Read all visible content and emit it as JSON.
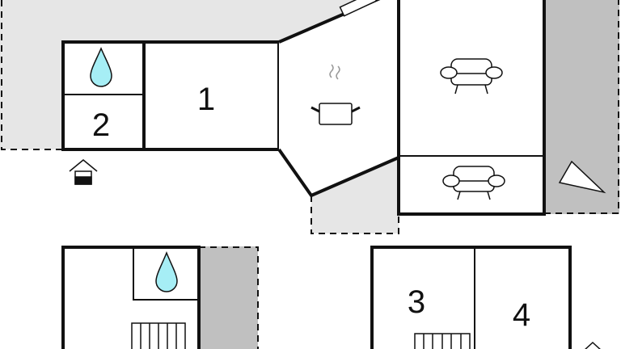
{
  "rooms": {
    "r1": "1",
    "r2": "2",
    "r3": "3",
    "r4": "4"
  },
  "colors": {
    "terrace_light": "#e6e6e6",
    "terrace_dark": "#c0c0c0",
    "water": "#a6eef5",
    "wall": "#111111"
  },
  "icons": [
    "water-drop-icon",
    "cooking-pot-icon",
    "armchair-icon",
    "entrance-icon",
    "radiator-icon",
    "compass-north-icon",
    "window-icon"
  ]
}
